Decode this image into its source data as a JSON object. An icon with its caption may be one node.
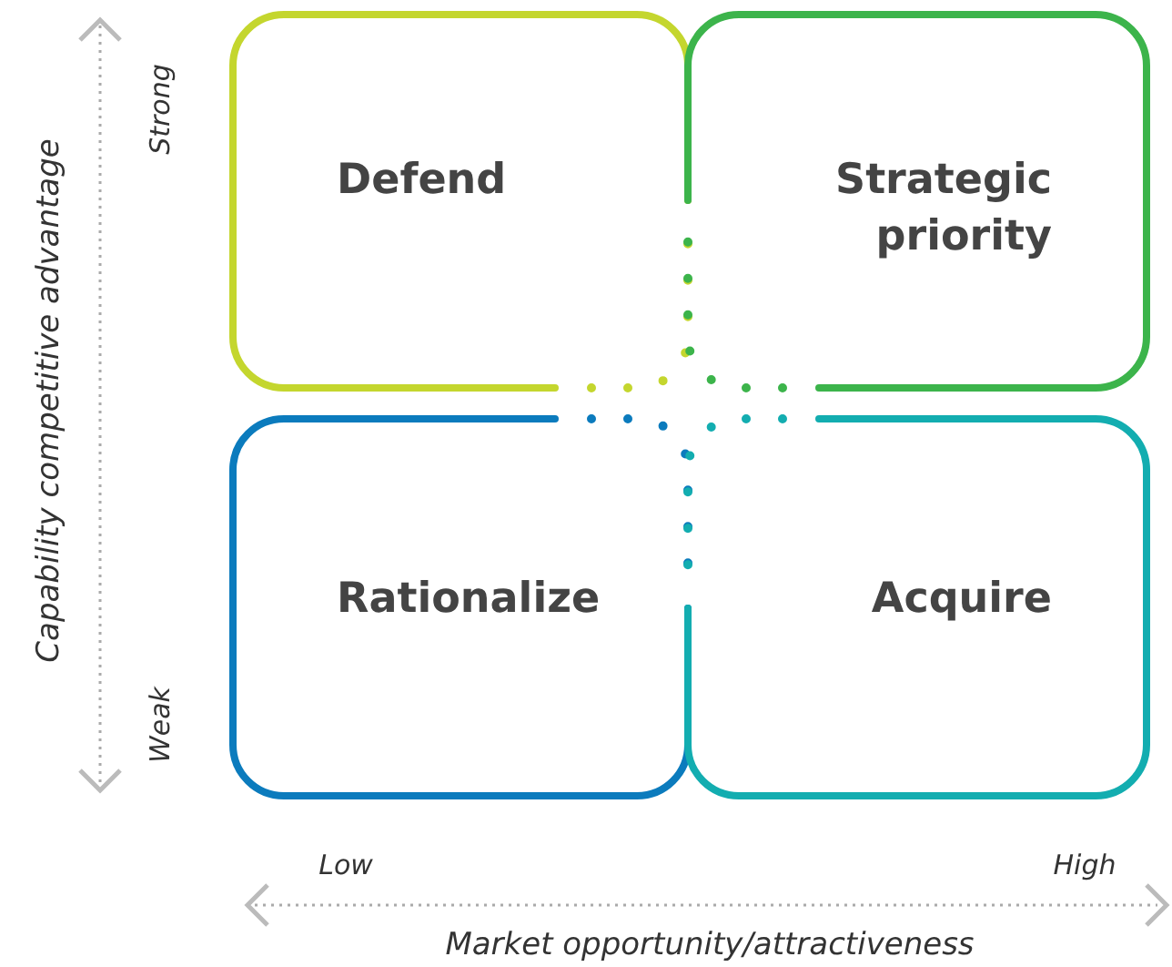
{
  "diagram": {
    "nodes": [
      {
        "text": [
          "Defend"
        ]
      },
      {
        "text": [
          "Strategic priority"
        ]
      },
      {
        "text": [
          "Rationalize"
        ]
      },
      {
        "text": [
          "Acquire"
        ]
      }
    ],
    "labels": [
      "Capability competitive advantage",
      "Strong",
      "Weak",
      "Low",
      "High",
      "Market opportunity/attractiveness"
    ]
  }
}
